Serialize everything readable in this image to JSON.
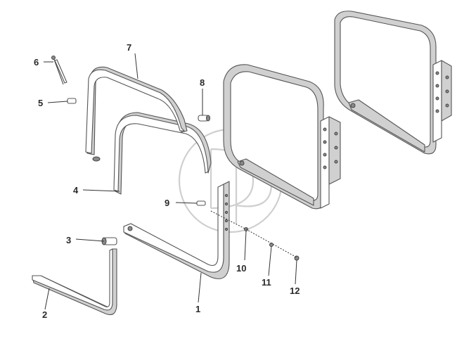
{
  "diagram": {
    "type": "exploded-parts-diagram",
    "callouts": [
      {
        "id": "1",
        "label": "1"
      },
      {
        "id": "2",
        "label": "2"
      },
      {
        "id": "3",
        "label": "3"
      },
      {
        "id": "4",
        "label": "4"
      },
      {
        "id": "5",
        "label": "5"
      },
      {
        "id": "6",
        "label": "6"
      },
      {
        "id": "7",
        "label": "7"
      },
      {
        "id": "8",
        "label": "8"
      },
      {
        "id": "9",
        "label": "9"
      },
      {
        "id": "10",
        "label": "10"
      },
      {
        "id": "11",
        "label": "11"
      },
      {
        "id": "12",
        "label": "12"
      }
    ],
    "colors": {
      "outline": "#555555",
      "shade": "#d0d0d0",
      "watermark": "#cfcfcf",
      "label": "#2a2a2a"
    }
  }
}
